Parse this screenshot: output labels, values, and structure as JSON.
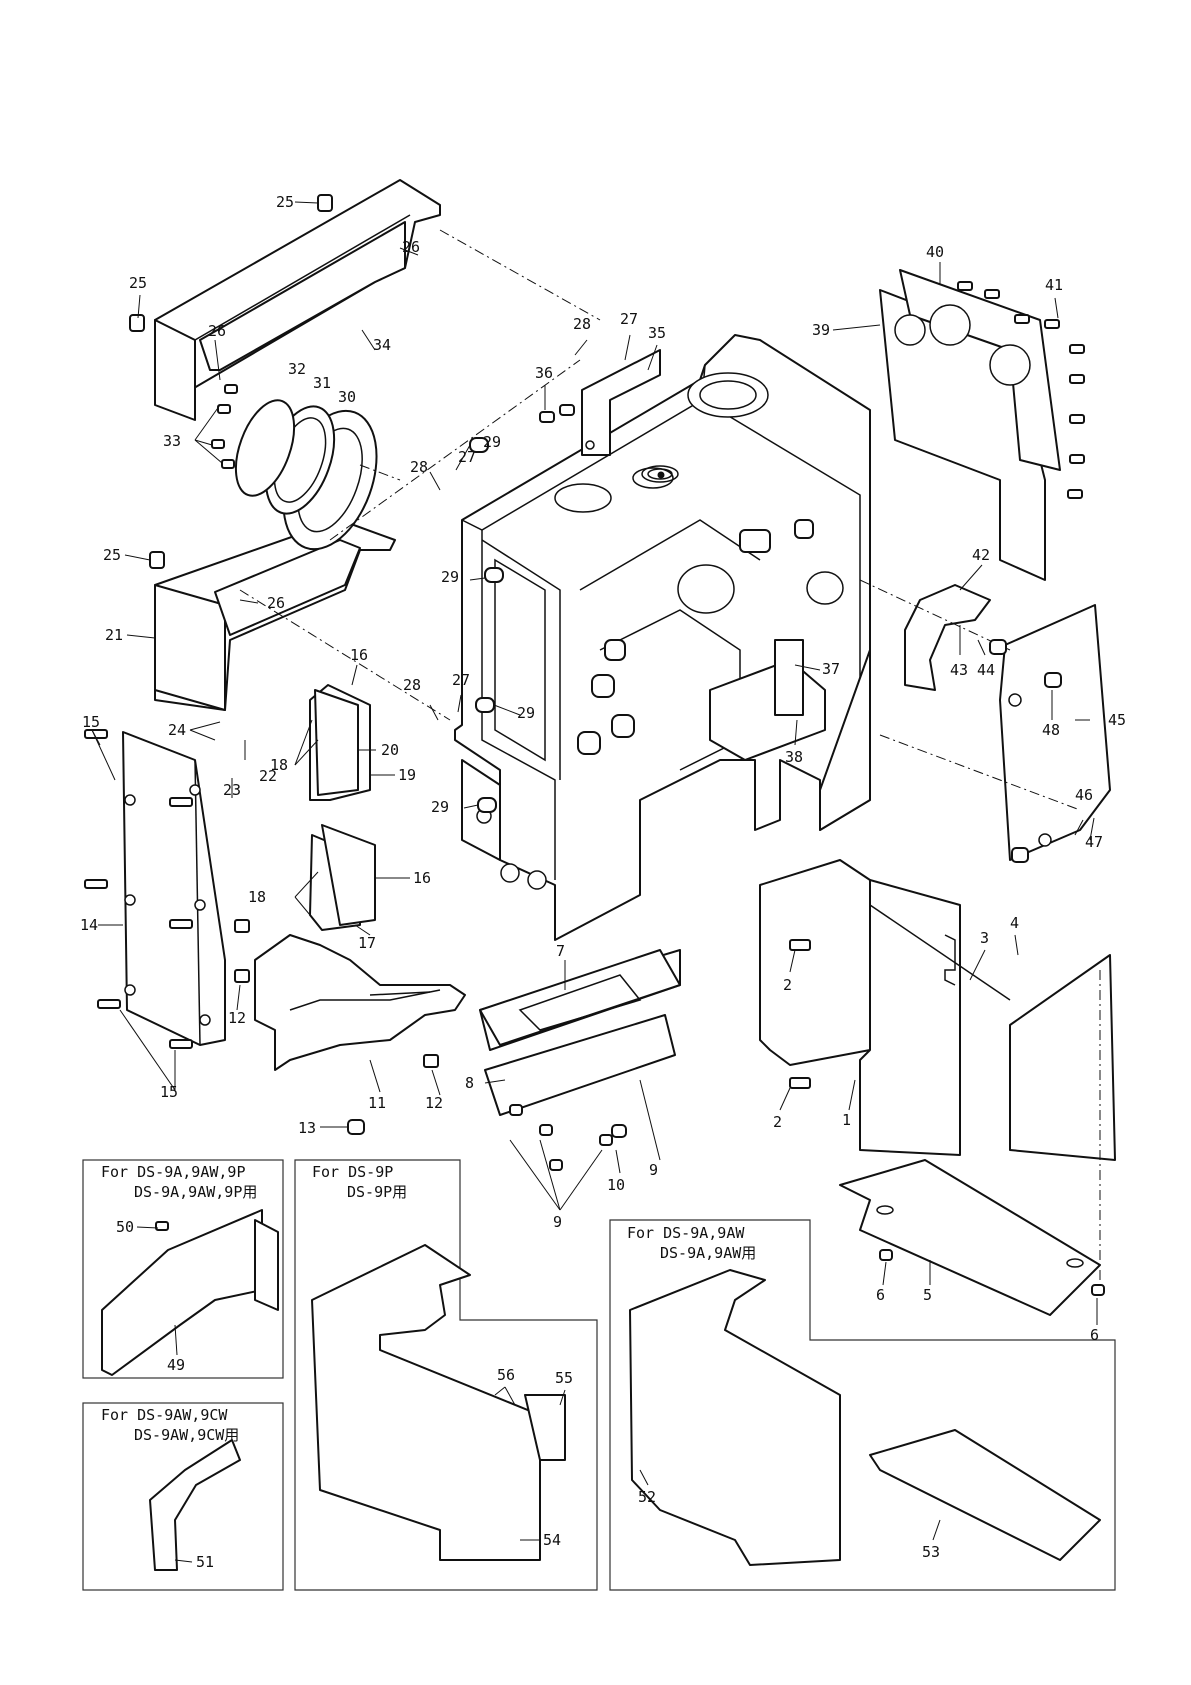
{
  "diagram": {
    "variant_boxes": [
      {
        "id": "box-49",
        "lines": [
          "For DS-9A,9AW,9P",
          "DS-9A,9AW,9P用"
        ]
      },
      {
        "id": "box-51",
        "lines": [
          "For DS-9AW,9CW",
          "DS-9AW,9CW用"
        ]
      },
      {
        "id": "box-54",
        "lines": [
          "For DS-9P",
          "DS-9P用"
        ]
      },
      {
        "id": "box-52",
        "lines": [
          "For DS-9A,9AW",
          "DS-9A,9AW用"
        ]
      }
    ],
    "callouts": {
      "c1": "1",
      "c2a": "2",
      "c2b": "2",
      "c3": "3",
      "c4": "4",
      "c5": "5",
      "c6a": "6",
      "c6b": "6",
      "c7": "7",
      "c8": "8",
      "c9a": "9",
      "c9b": "9",
      "c10": "10",
      "c11": "11",
      "c12a": "12",
      "c12b": "12",
      "c13": "13",
      "c14": "14",
      "c15a": "15",
      "c15b": "15",
      "c16a": "16",
      "c16b": "16",
      "c17": "17",
      "c18a": "18",
      "c18b": "18",
      "c19": "19",
      "c20": "20",
      "c21": "21",
      "c22": "22",
      "c23": "23",
      "c24": "24",
      "c25a": "25",
      "c25b": "25",
      "c25c": "25",
      "c26a": "26",
      "c26b": "26",
      "c26c": "26",
      "c27a": "27",
      "c27b": "27",
      "c27c": "27",
      "c28a": "28",
      "c28b": "28",
      "c28c": "28",
      "c29a": "29",
      "c29b": "29",
      "c29c": "29",
      "c29d": "29",
      "c30": "30",
      "c31": "31",
      "c32": "32",
      "c33": "33",
      "c34": "34",
      "c35": "35",
      "c36": "36",
      "c37": "37",
      "c38": "38",
      "c39": "39",
      "c40": "40",
      "c41": "41",
      "c42": "42",
      "c43": "43",
      "c44": "44",
      "c45": "45",
      "c46": "46",
      "c47": "47",
      "c48": "48",
      "c49": "49",
      "c50": "50",
      "c51": "51",
      "c52": "52",
      "c53": "53",
      "c54": "54",
      "c55": "55",
      "c56": "56"
    }
  }
}
